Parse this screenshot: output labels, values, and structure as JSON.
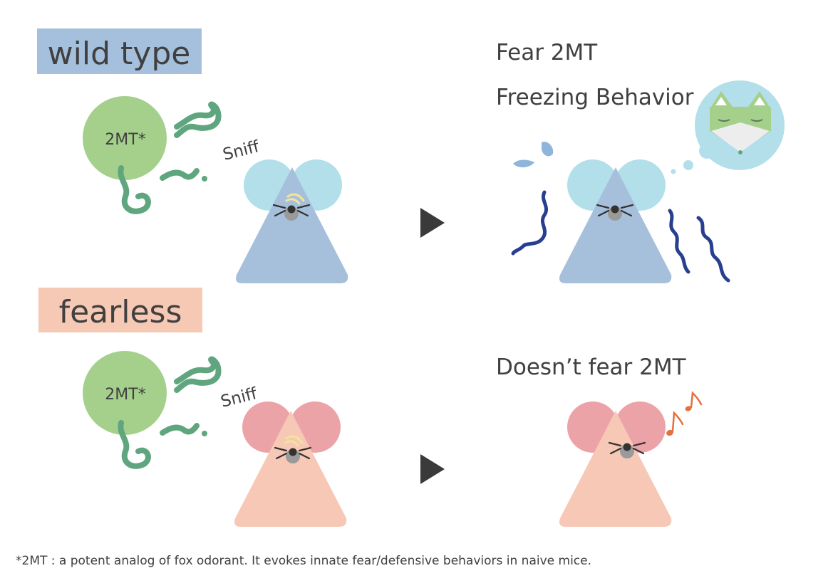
{
  "labels": {
    "wild_type": "wild type",
    "fearless": "fearless"
  },
  "chemical": {
    "label": "2MT*",
    "sniff": "Sniff"
  },
  "results": {
    "wild_type": {
      "line1": "Fear 2MT",
      "line2": "Freezing Behavior"
    },
    "fearless": {
      "line1": "Doesn’t fear 2MT"
    }
  },
  "footnote": "*2MT : a potent analog of fox odorant. It evokes innate fear/defensive behaviors in naive mice.",
  "colors": {
    "wild_type_label_bg": "#a5c0dd",
    "fearless_label_bg": "#f6c9b4",
    "odor_circle": "#a5d08c",
    "odor_wave": "#5fa67f",
    "blue_mouse_body": "#a6c0dc",
    "blue_mouse_ear": "#b3dfea",
    "pink_mouse_body": "#f6c8b5",
    "pink_mouse_ear": "#eca3a8",
    "shiver": "#283e8f",
    "sweat": "#8fb6da",
    "music_note": "#e3703d",
    "arrow": "#3a3a3a",
    "text": "#404040"
  },
  "icons": {
    "fox": "fox-face-icon",
    "note": "music-note-icon",
    "arrow": "play-arrow-icon"
  }
}
